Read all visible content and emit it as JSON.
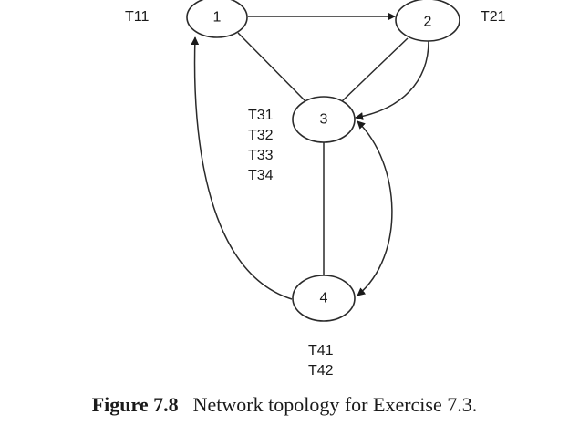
{
  "figure": {
    "number_label": "Figure 7.8",
    "caption_text": "Network topology for Exercise 7.3."
  },
  "nodes": [
    {
      "id": "1",
      "label": "1",
      "tasks": [
        "T11"
      ]
    },
    {
      "id": "2",
      "label": "2",
      "tasks": [
        "T21"
      ]
    },
    {
      "id": "3",
      "label": "3",
      "tasks": [
        "T31",
        "T32",
        "T33",
        "T34"
      ]
    },
    {
      "id": "4",
      "label": "4",
      "tasks": [
        "T41",
        "T42"
      ]
    }
  ],
  "edges": [
    {
      "from": "1",
      "to": "2",
      "type": "directed"
    },
    {
      "from": "1",
      "to": "3",
      "type": "undirected"
    },
    {
      "from": "2",
      "to": "3",
      "type": "undirected"
    },
    {
      "from": "2",
      "to": "3",
      "type": "directed-curved"
    },
    {
      "from": "3",
      "to": "4",
      "type": "undirected"
    },
    {
      "from": "3",
      "to": "4",
      "type": "bidirectional-curved"
    },
    {
      "from": "4",
      "to": "1",
      "type": "directed-curved"
    }
  ],
  "colors": {
    "stroke": "#2a2a2a",
    "text": "#1a1a1a",
    "background": "#ffffff"
  }
}
